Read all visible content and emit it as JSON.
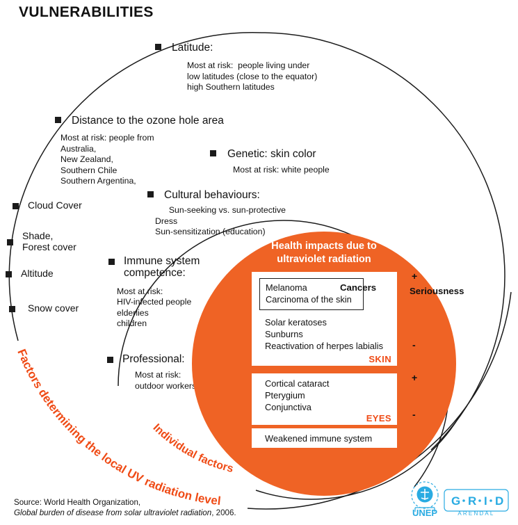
{
  "title": "VULNERABILITIES",
  "colors": {
    "orange": "#ef6325",
    "orange_text": "#ef4b16",
    "line": "#1b1b1b",
    "logo_blue": "#29abe2"
  },
  "curved_labels": {
    "outer": "Factors determining the local UV radiation level",
    "middle": "Individual factors"
  },
  "outer_ring": {
    "nodes": [
      {
        "id": "latitude",
        "heading": "Latitude:",
        "lines": [
          "Most at risk:  people living under",
          "low latitudes (close to the equator)",
          "high Southern latitudes"
        ]
      },
      {
        "id": "ozone-hole-distance",
        "heading": "Distance to the ozone hole area",
        "lines": [
          "Most at risk: people from",
          "Australia,",
          "New Zealand,",
          "Southern Chile",
          "Southern Argentina,"
        ]
      }
    ],
    "simple_labels": [
      {
        "id": "cloud-cover",
        "text": "Cloud Cover"
      },
      {
        "id": "shade-forest-cover",
        "text": "Shade,\nForest cover"
      },
      {
        "id": "altitude",
        "text": "Altitude"
      },
      {
        "id": "snow-cover",
        "text": "Snow cover"
      }
    ]
  },
  "middle_ring": {
    "nodes": [
      {
        "id": "genetic-skin-color",
        "heading": "Genetic: skin color",
        "lines": [
          "Most at risk: white people"
        ]
      },
      {
        "id": "cultural-behaviours",
        "heading": "Cultural behaviours:",
        "lines": [
          "  Sun-seeking vs. sun-protective",
          "Dress",
          "Sun-sensitization (education)"
        ]
      },
      {
        "id": "immune-system-competence",
        "heading": "Immune system\ncompetence:",
        "lines": [
          "Most at risk:",
          "HIV-infected people",
          "elderlies",
          "children"
        ]
      },
      {
        "id": "professional",
        "heading": "Professional:",
        "lines": [
          "Most at risk:",
          "outdoor workers"
        ]
      }
    ]
  },
  "core": {
    "title": "Health impacts due to\nultraviolet radiation",
    "skin_panel": {
      "cancers_label": "Cancers",
      "cancers_items": [
        "Melanoma",
        "Carcinoma of the skin"
      ],
      "other_items": [
        "Solar keratoses",
        "Sunburns",
        "Reactivation of herpes labialis"
      ],
      "tag": "SKIN"
    },
    "eyes_panel": {
      "items": [
        "Cortical cataract",
        "Pterygium",
        "Conjunctiva"
      ],
      "tag": "EYES"
    },
    "immune_panel": {
      "items": [
        "Weakened immune system"
      ]
    },
    "scale": {
      "label": "Seriousness",
      "high": "+",
      "low": "-"
    }
  },
  "source": {
    "line1": "Source: World Health Organization,",
    "line2_italic": "Global burden of disease from solar ultraviolet radiation",
    "line2_tail": ", 2006."
  },
  "logo": {
    "unep": "UNEP",
    "grid": "G R I D",
    "grid_letters": [
      "G",
      "R",
      "I",
      "D"
    ],
    "arendal": "ARENDAL"
  }
}
